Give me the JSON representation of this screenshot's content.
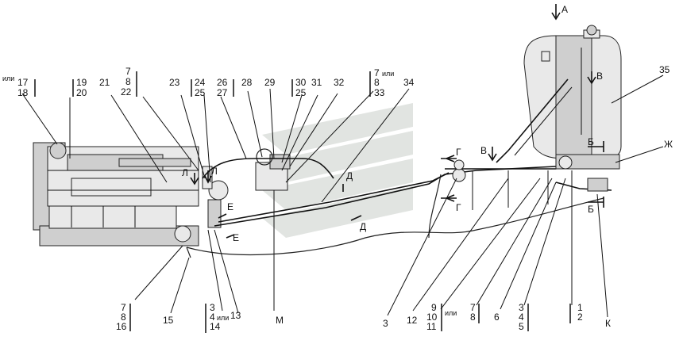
{
  "colors": {
    "ink": "#111111",
    "watermark": "#d8dcd8",
    "part_fill": "#e9e9e9"
  },
  "labels": {
    "l17": "17",
    "l18": "18",
    "ili": "или",
    "l19": "19",
    "l20": "20",
    "l21": "21",
    "l7a": "7",
    "l8a": "8",
    "l22": "22",
    "l23": "23",
    "l24": "24",
    "l25a": "25",
    "l26": "26",
    "l27": "27",
    "l28": "28",
    "l29": "29",
    "l30": "30",
    "l25b": "25",
    "l31": "31",
    "l32": "32",
    "l7b": "7",
    "l8b": "8",
    "l33": "33",
    "ili_b": "или",
    "l34": "34",
    "l35": "35",
    "b7": "7",
    "b8": "8",
    "b16": "16",
    "b15": "15",
    "b3": "3",
    "b4": "4",
    "b14": "14",
    "b13": "13",
    "ili_c": "или",
    "bM": "М",
    "b3r": "3",
    "b12": "12",
    "b9": "9",
    "b10": "10",
    "b11": "11",
    "b7r": "7",
    "b8r": "8",
    "ili_d": "или",
    "b6": "6",
    "b3x": "3",
    "b4x": "4",
    "b5x": "5",
    "b1": "1",
    "b2": "2",
    "bK": "К",
    "vA": "А",
    "vV": "В",
    "vV2": "В",
    "vG": "Г",
    "vG2": "Г",
    "vB": "Б",
    "vB2": "Б",
    "vZh": "Ж",
    "vL1": "Л",
    "vL2": "Л",
    "vE1": "Е",
    "vE2": "Е",
    "vD1": "Д",
    "vD2": "Д"
  }
}
